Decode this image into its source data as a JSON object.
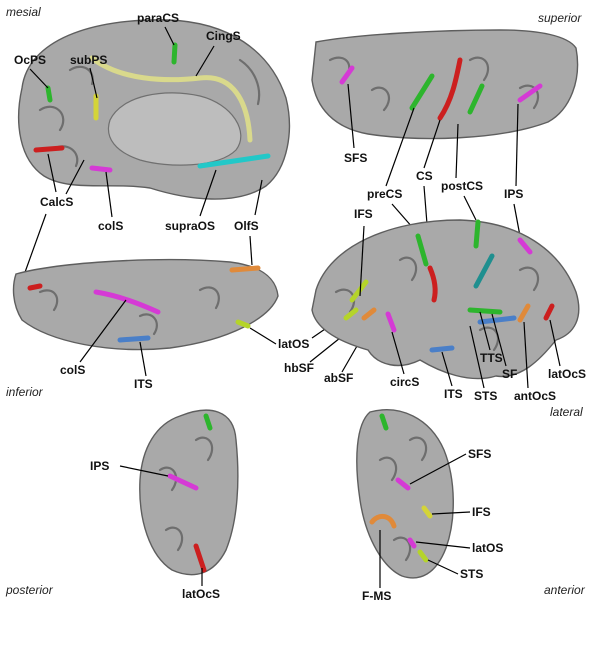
{
  "views": {
    "mesial": "mesial",
    "superior": "superior",
    "inferior": "inferior",
    "lateral": "lateral",
    "posterior": "posterior",
    "anterior": "anterior"
  },
  "labels": {
    "mesial": {
      "subPS": "subPS",
      "paraCS": "paraCS",
      "OcPS": "OcPS",
      "CingS": "CingS",
      "CalcS": "CalcS",
      "colS": "colS",
      "supraOS": "supraOS",
      "OlfS": "OlfS"
    },
    "superior": {
      "SFS": "SFS",
      "preCS": "preCS",
      "CS": "CS",
      "postCS": "postCS",
      "IPS": "IPS"
    },
    "inferior": {
      "colS": "colS",
      "ITS": "ITS",
      "latOS": "latOS",
      "hbSF": "hbSF",
      "abSF": "abSF"
    },
    "lateral": {
      "IFS": "IFS",
      "circS": "circS",
      "ITS": "ITS",
      "STS": "STS",
      "TTS": "TTS",
      "SF": "SF",
      "antOcS": "antOcS",
      "latOcS": "latOcS"
    },
    "posterior": {
      "IPS": "IPS",
      "latOcS": "latOcS"
    },
    "anterior": {
      "SFS": "SFS",
      "IFS": "IFS",
      "latOS": "latOS",
      "STS": "STS",
      "F-MS": "F-MS"
    }
  },
  "sulcus_colors": {
    "green": "#2db52d",
    "yellow": "#d9d98c",
    "cyan": "#22c8c8",
    "magenta": "#d53ad5",
    "red": "#cc1f1f",
    "blue": "#4a7fc8",
    "orange": "#e08a3a",
    "lime": "#b5d42a",
    "teal": "#1f8f8f"
  }
}
